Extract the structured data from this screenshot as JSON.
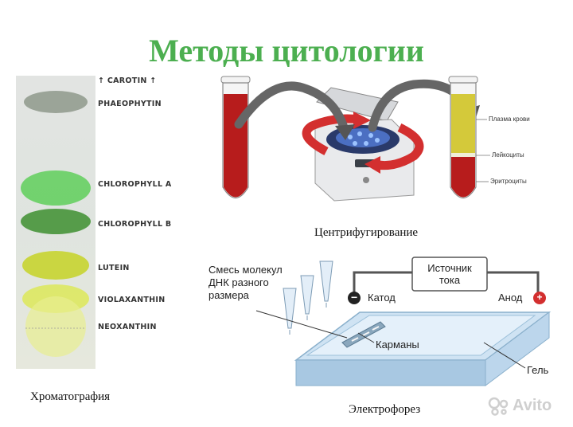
{
  "title": "Методы цитологии",
  "chromatography": {
    "caption": "Хроматография",
    "pigments": [
      "↑ CAROTIN ↑",
      "PHAEOPHYTIN",
      "CHLOROPHYLL A",
      "CHLOROPHYLL B",
      "LUTEIN",
      "VIOLAXANTHIN",
      "NEOXANTHIN"
    ]
  },
  "centrifugation": {
    "caption": "Центрифугирование",
    "labels": {
      "plasma": "Плазма крови",
      "leukocytes": "Лейкоциты",
      "erythrocytes": "Эритроциты"
    },
    "colors": {
      "blood": "#b71c1c",
      "plasma": "#d4c93a",
      "arrow": "#d32f2f"
    }
  },
  "electrophoresis": {
    "caption": "Электрофорез",
    "dna_label": "Смесь молекул\nДНК разного\nразмера",
    "source_label": "Источник\nтока",
    "cathode": "Катод",
    "anode": "Анод",
    "pockets": "Карманы",
    "gel": "Гель",
    "minus": "−",
    "plus": "+"
  },
  "watermark": "Avito"
}
